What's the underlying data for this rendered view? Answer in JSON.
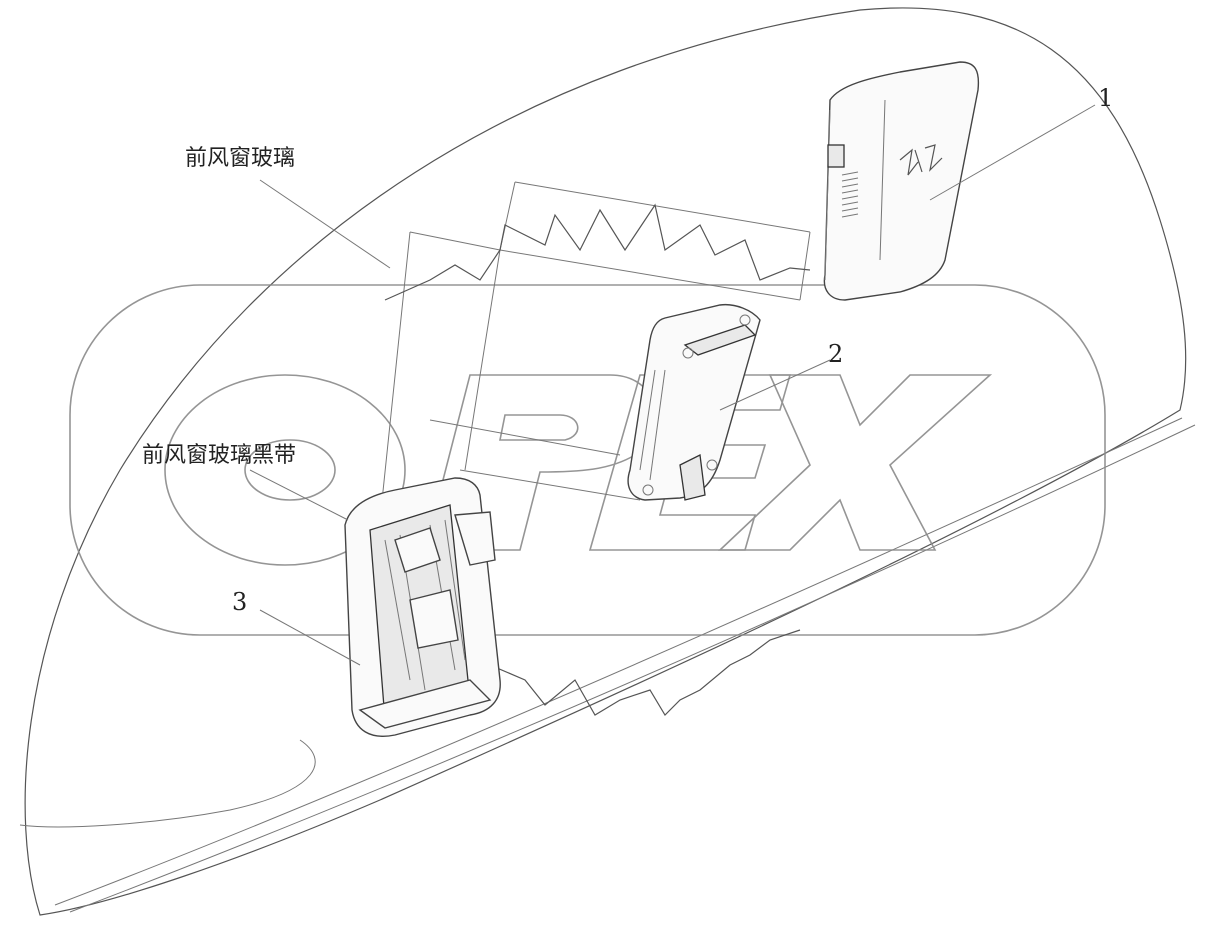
{
  "labels": {
    "windshield": "前风窗玻璃",
    "windshield_black_band": "前风窗玻璃黑带",
    "part_1": "1",
    "part_2": "2",
    "part_3": "3"
  },
  "watermark": {
    "text": "OPEX",
    "color": "#8a8a8a"
  }
}
